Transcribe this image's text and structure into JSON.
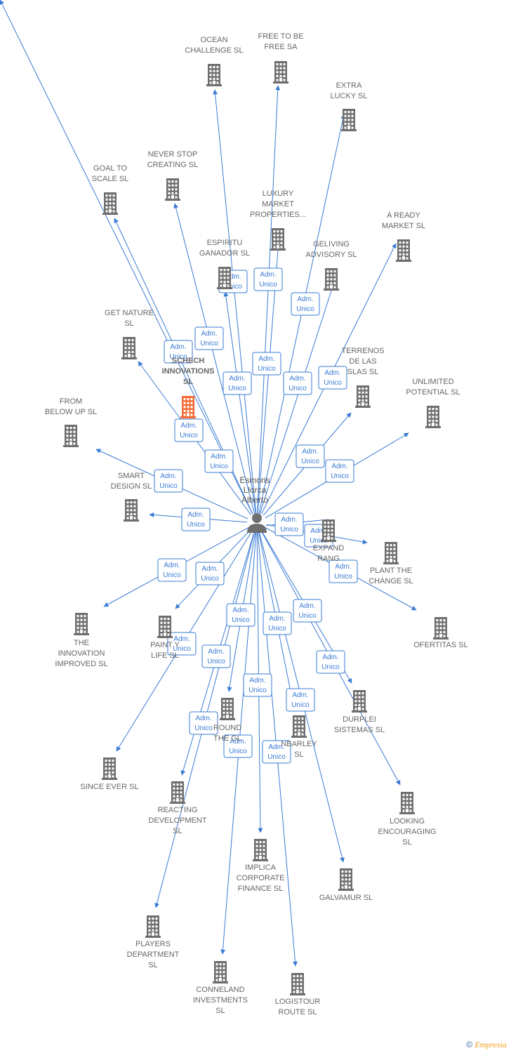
{
  "center": {
    "name": [
      "Esmoris",
      "Llorca",
      "Alberto"
    ]
  },
  "edge_label": [
    "Adm.",
    "Unico"
  ],
  "colors": {
    "line": "#3a7bd5",
    "building": "#6e6e6e",
    "highlight": "#f26a35"
  },
  "footer": {
    "copyright": "©",
    "brand": "Empresia"
  },
  "companies": [
    {
      "label": [
        "OCEAN",
        "CHALLENGE  SL"
      ]
    },
    {
      "label": [
        "FREE TO BE",
        "FREE SA"
      ]
    },
    {
      "label": [
        "EXTRA",
        "LUCKY  SL"
      ]
    },
    {
      "label": [
        "NEVER STOP",
        "CREATING  SL"
      ]
    },
    {
      "label": [
        "GOAL TO",
        "SCALE  SL"
      ]
    },
    {
      "label": [
        "LUXURY",
        "MARKET",
        "PROPERTIES..."
      ]
    },
    {
      "label": [
        "A READY",
        "MARKET  SL"
      ]
    },
    {
      "label": [
        "ESPIRITU",
        "GANADOR SL"
      ]
    },
    {
      "label": [
        "GELIVING",
        "ADVISORY  SL"
      ]
    },
    {
      "label": [
        "GET NATURE",
        "SL"
      ]
    },
    {
      "label": [
        "SCHECH",
        "INNOVATIONS",
        "SL"
      ],
      "highlight": true
    },
    {
      "label": [
        "TERRENOS",
        "DE LAS",
        "SLAS  SL"
      ]
    },
    {
      "label": [
        "UNLIMITED",
        "POTENTIAL  SL"
      ]
    },
    {
      "label": [
        "FROM",
        "BELOW UP  SL"
      ]
    },
    {
      "label": [
        "SMART",
        "DESIGN  SL"
      ]
    },
    {
      "label": [
        "EXPAND",
        "RANG"
      ]
    },
    {
      "label": [
        "PLANT THE",
        "CHANGE  SL"
      ]
    },
    {
      "label": [
        "OFERTITAS  SL"
      ]
    },
    {
      "label": [
        "THE",
        "INNOVATION",
        "IMPROVED  SL"
      ]
    },
    {
      "label": [
        "PAINT Y",
        "LIFE  SL"
      ]
    },
    {
      "label": [
        "DURPLEI",
        "SISTEMAS  SL"
      ]
    },
    {
      "label": [
        "ROUND",
        "THE GL"
      ]
    },
    {
      "label": [
        "NBARLEY",
        "SL"
      ]
    },
    {
      "label": [
        "SINCE EVER  SL"
      ]
    },
    {
      "label": [
        "REACTING",
        "DEVELOPMENT",
        "SL"
      ]
    },
    {
      "label": [
        "LOOKING",
        "ENCOURAGING",
        "SL"
      ]
    },
    {
      "label": [
        "IMPLICA",
        "CORPORATE",
        "FINANCE  SL"
      ]
    },
    {
      "label": [
        "GALVAMUR  SL"
      ]
    },
    {
      "label": [
        "PLAYERS",
        "DEPARTMENT",
        "SL"
      ]
    },
    {
      "label": [
        "CONNELAND",
        "INVESTMENTS",
        "SL"
      ]
    },
    {
      "label": [
        "LOGISTOUR",
        "ROUTE  SL"
      ]
    }
  ]
}
